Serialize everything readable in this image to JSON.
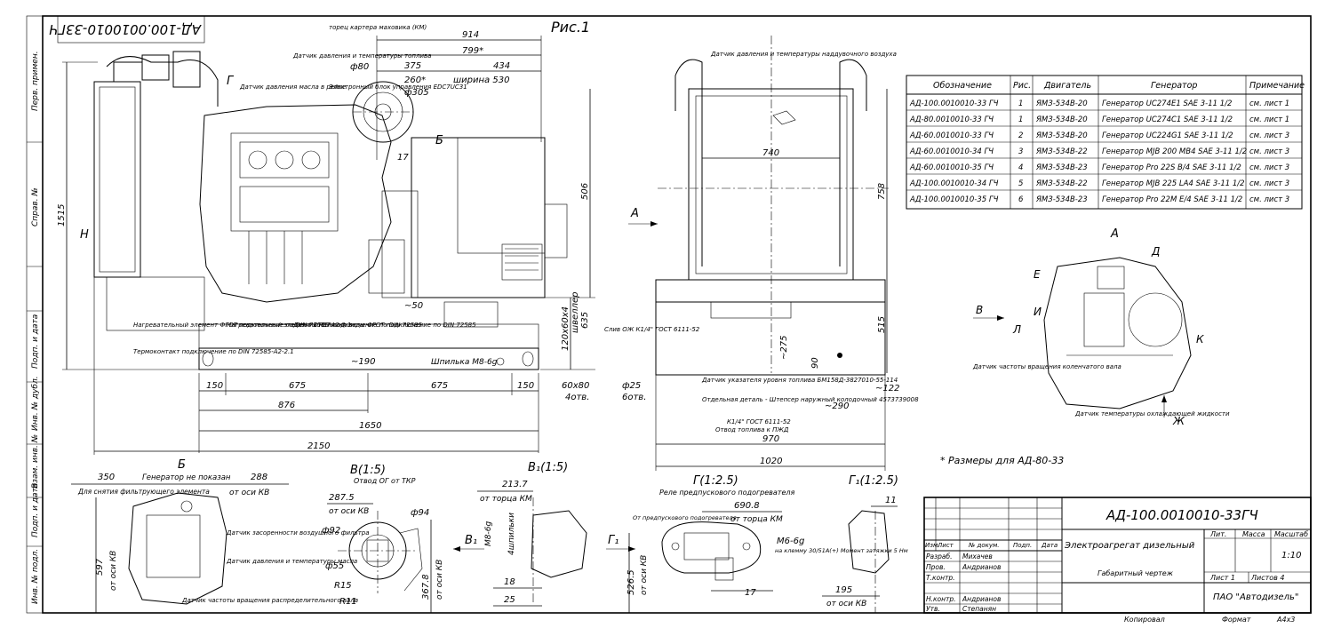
{
  "sheet": {
    "stamp_rotated": "АД-100.0010010-33ГЧ",
    "fig_label": "Рис.1",
    "side_cells": [
      "Перв. примен.",
      "Справ. №",
      "Подп. и дата",
      "Инв. № дубл.",
      "Взам. инв. №",
      "Подп. и дата",
      "Инв. № подл."
    ],
    "footnote": "* Размеры для АД-80-33",
    "copied": "Копировал",
    "format_label": "Формат",
    "format_value": "А4х3"
  },
  "table": {
    "headers": [
      "Обозначение",
      "Рис.",
      "Двигатель",
      "Генератор",
      "Примечание"
    ],
    "rows": [
      [
        "АД-100.0010010-33 ГЧ",
        "1",
        "ЯМЗ-534В-20",
        "Генератор UC274E1 SAE 3-11 1/2",
        "см. лист 1"
      ],
      [
        "АД-80.0010010-33 ГЧ",
        "1",
        "ЯМЗ-534В-20",
        "Генератор UC274C1 SAE 3-11 1/2",
        "см. лист 1"
      ],
      [
        "АД-60.0010010-33 ГЧ",
        "2",
        "ЯМЗ-534В-20",
        "Генератор UC224G1 SAE 3-11 1/2",
        "см. лист 3"
      ],
      [
        "АД-60.0010010-34 ГЧ",
        "3",
        "ЯМЗ-534В-22",
        "Генератор MJB 200 MB4 SAE 3-11 1/2",
        "см. лист 3"
      ],
      [
        "АД-60.0010010-35 ГЧ",
        "4",
        "ЯМЗ-534В-23",
        "Генератор Pro 22S B/4 SAE 3-11 1/2",
        "см. лист 3"
      ],
      [
        "АД-100.0010010-34 ГЧ",
        "5",
        "ЯМЗ-534В-22",
        "Генератор MJB 225 LA4 SAE 3-11 1/2",
        "см. лист 3"
      ],
      [
        "АД-100.0010010-35 ГЧ",
        "6",
        "ЯМЗ-534В-23",
        "Генератор Pro 22M E/4 SAE 3-11 1/2",
        "см. лист 3"
      ]
    ]
  },
  "titleblock": {
    "designation": "АД-100.0010010-33ГЧ",
    "name": "Электроагрегат дизельный",
    "doc_type": "Габаритный чертеж",
    "lit": "Лит.",
    "mass": "Масса",
    "scale_label": "Масштаб",
    "scale": "1:10",
    "sheet": "Лист 1",
    "sheets": "Листов 4",
    "company": "ПАО \"Автодизель\"",
    "col_headers": [
      "Изм.",
      "Лист",
      "№ докум.",
      "Подп.",
      "Дата"
    ],
    "roles": [
      "Разраб.",
      "Пров.",
      "Т.контр.",
      "",
      "Н.контр.",
      "Утв."
    ],
    "names": [
      "Михачев",
      "Андрианов",
      "",
      "",
      "Андрианов",
      "Степанян"
    ]
  },
  "front_view": {
    "dims": {
      "d914": "914",
      "d799": "799*",
      "d375": "375",
      "d434": "434",
      "d260": "260*",
      "width530": "ширина 530",
      "phi80": "ф80",
      "phi305": "ф305",
      "d506": "506",
      "d1515": "1515",
      "d635": "635",
      "d120": "120х60х4",
      "shveller": "швеллер",
      "d17": "17",
      "d50": "~50",
      "d190": "~190",
      "d150a": "150",
      "d675a": "675",
      "d675b": "675",
      "d150b": "150",
      "d876": "876",
      "d1650": "1650",
      "d2150": "2150",
      "holes1": "60х80",
      "holes2": "4отв."
    },
    "labels": {
      "G": "Г",
      "B": "Б",
      "N": "Н",
      "flywheel": "торец картера маховика (КМ)",
      "oil_pressure": "Датчик давления масла в рейке",
      "oil_sensor": "Датчик давления и температуры топлива",
      "ecu": "Электронный блок управления EDC7UC31",
      "heater1": "Нагревательный элемент ФГОТ подключение по DIN 72585-А2-2.1",
      "thermo": "Термоконтакт подключение по DIN 72585-А2-2.1",
      "heater2": "Нагревательный элемент ФГОТ подключение по DIN 72585",
      "water": "Датчик наличия воды ФГОТ подключение по DIN 72585",
      "stud": "Шпилька М8-6g"
    }
  },
  "side_view": {
    "dims": {
      "d740": "740",
      "d758": "758",
      "d515": "515",
      "d275": "~275",
      "d90": "90",
      "d122": "~122",
      "d290": "~290",
      "d970": "970",
      "d1020": "1020",
      "phi25": "ф25",
      "holes": "6отв."
    },
    "labels": {
      "A": "А",
      "air": "Датчик давления и температуры наддувочного воздуха",
      "slv": "Слив ОЖ К1/4\" ГОСТ 6111-52",
      "fuel_level": "Датчик указателя уровня топлива БМ158Д-3827010-55-114",
      "separate": "Отдельная деталь - Штепсер наружный колодочный 4573739008",
      "k14": "К1/4\" ГОСТ 6111-52",
      "fuel_out": "Отвод топлива к ПЖД"
    }
  },
  "view_a": {
    "title": "А",
    "labels": {
      "D": "Д",
      "E": "Е",
      "B": "В",
      "I": "И",
      "L": "Л",
      "K": "К",
      "Zh": "Ж"
    },
    "speed": "Датчик частоты вращения коленчатого вала",
    "coolant": "Датчик температуры охлаждающей жидкости"
  },
  "detail_b": {
    "title": "Б",
    "note": "Генератор не показан",
    "d350": "350",
    "d288": "288",
    "axis": "от оси КВ",
    "filter": "Для снятия фильтрующего элемента",
    "d597": "597",
    "axis2": "от оси КВ",
    "air_sensor": "Датчик засоренности воздушного фильтра",
    "oil": "Датчик давления и температуры масла",
    "dist": "Датчик частоты вращения распределительного вала"
  },
  "detail_v": {
    "title": "В(1:5)",
    "sub": "Отвод ОГ от ТКР",
    "d287": "287.5",
    "axis": "от оси КВ",
    "phi94": "ф94",
    "phi92": "ф92",
    "phi55": "ф55",
    "r15": "R15",
    "r11": "R11",
    "d367": "367.8",
    "axis2": "от оси КВ"
  },
  "detail_v1": {
    "title": "В₁(1:5)",
    "d213": "213.7",
    "sub": "от торца КМ",
    "m8": "М8-6g",
    "studs": "4шпильки",
    "d18": "18",
    "d25": "25",
    "arrow": "В₁"
  },
  "detail_g": {
    "title": "Г(1:2.5)",
    "sub": "Реле предпускового подогревателя",
    "d690": "690.8",
    "sub2": "от торца КМ",
    "to_heater": "От предпускового подогревателя",
    "m6": "М6-6g",
    "clamp": "на клемму 30/51А(+) Момент затяжки 5 Нм",
    "d526": "526.5",
    "axis": "от оси КВ",
    "d17": "17",
    "arrow": "Г₁"
  },
  "detail_g1": {
    "title": "Г₁(1:2.5)",
    "d11": "11",
    "d195": "195",
    "axis": "от оси КВ"
  }
}
